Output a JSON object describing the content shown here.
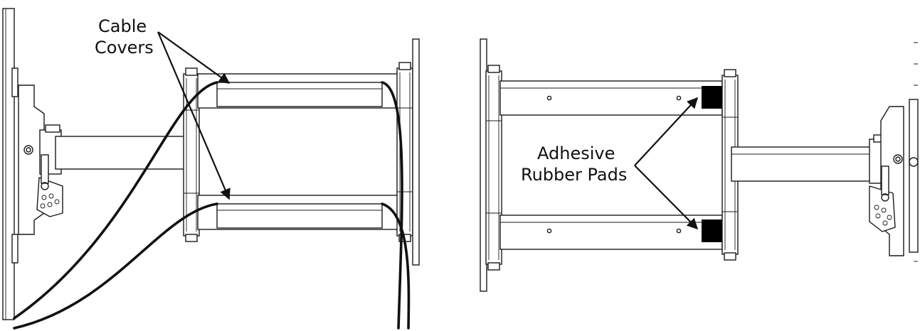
{
  "labels": {
    "cable_covers_line1": "Cable",
    "cable_covers_line2": "Covers",
    "pads_line1": "Adhesive",
    "pads_line2": "Rubber Pads"
  },
  "colors": {
    "line": "#1a1a1a",
    "pad": "#000000",
    "background": "#ffffff"
  }
}
